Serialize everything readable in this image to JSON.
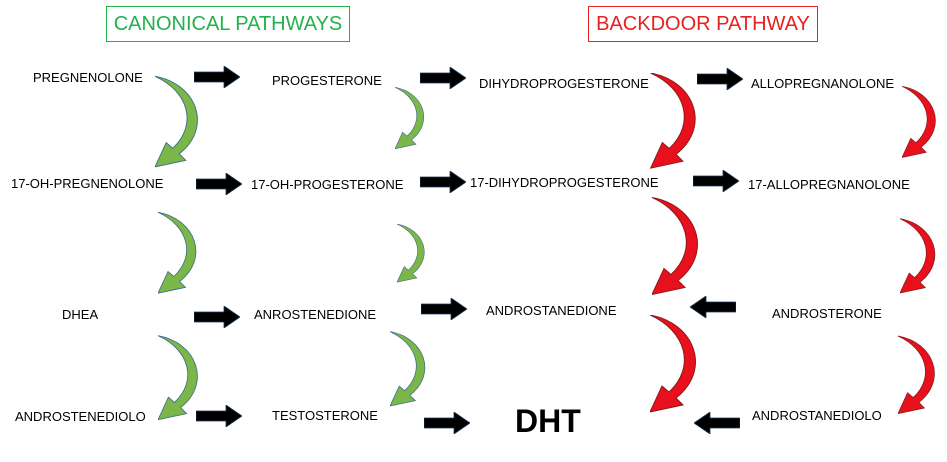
{
  "headers": {
    "canonical": "CANONICAL PATHWAYS",
    "backdoor": "BACKDOOR PATHWAY"
  },
  "compounds": {
    "pregnenolone": "PREGNENOLONE",
    "progesterone": "PROGESTERONE",
    "dihydroprogesterone": "DIHYDROPROGESTERONE",
    "allopregnanolone": "ALLOPREGNANOLONE",
    "oh17_pregnenolone": "17-OH-PREGNENOLONE",
    "oh17_progesterone": "17-OH-PROGESTERONE",
    "dihydroprogesterone17": "17-DIHYDROPROGESTERONE",
    "allopregnanolone17": "17-ALLOPREGNANOLONE",
    "dhea": "DHEA",
    "anrostenedione": "ANROSTENEDIONE",
    "androstanedione": "ANDROSTANEDIONE",
    "androsterone": "ANDROSTERONE",
    "androstenediolo": "ANDROSTENEDIOLO",
    "testosterone": "TESTOSTERONE",
    "dht": "DHT",
    "androstanediolo": "ANDROSTANEDIOLO"
  },
  "colors": {
    "canonical": "#22b14c",
    "canonical_arrow": "#7ab648",
    "backdoor": "#e8201f",
    "arrow": "#000000"
  }
}
